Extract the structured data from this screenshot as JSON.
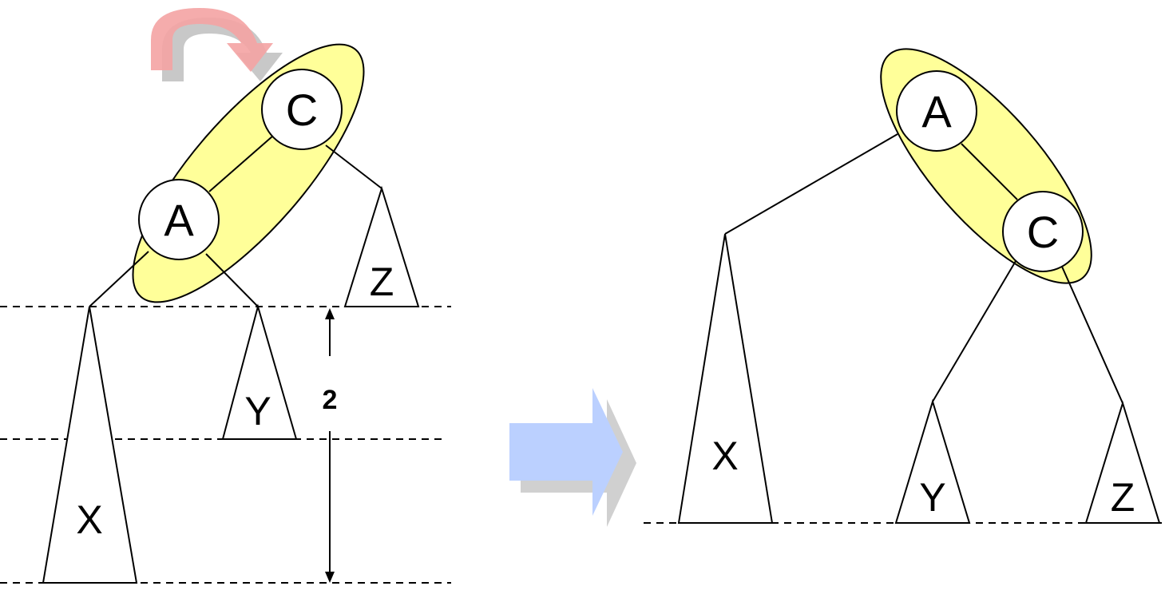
{
  "diagram": {
    "before": {
      "nodes": {
        "top": "C",
        "child": "A"
      },
      "subtrees": {
        "left": "X",
        "middle": "Y",
        "right": "Z"
      },
      "height_difference": "2"
    },
    "after": {
      "nodes": {
        "top": "A",
        "child": "C"
      },
      "subtrees": {
        "left": "X",
        "middle": "Y",
        "right": "Z"
      }
    },
    "colors": {
      "highlight": "#FFFF99",
      "rotation_arrow": "#F4A3A3",
      "rotation_arrow_shadow": "#C8C8C8",
      "transform_arrow": "#BBD0FF",
      "transform_arrow_shadow": "#D0D0D0"
    },
    "icons": [
      "rotation-arrow-icon",
      "transform-arrow-icon"
    ]
  }
}
